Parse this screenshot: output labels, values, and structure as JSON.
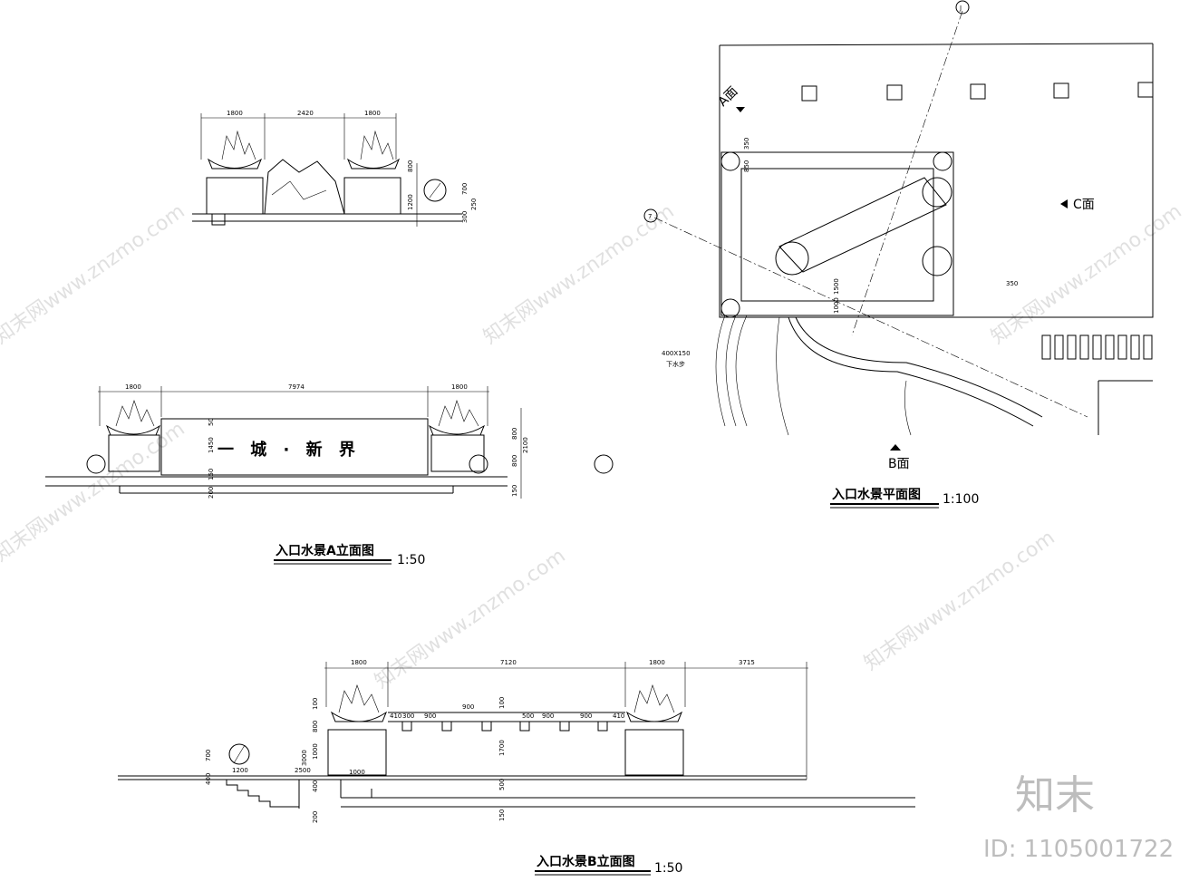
{
  "drawings": {
    "elevation_a": {
      "title": "入口水景A立面图",
      "scale": "1:50",
      "sign_text": "一 城 · 新 界",
      "dims_top": [
        "1800",
        "7974",
        "1800"
      ],
      "dims_side": [
        "50",
        "1450",
        "150",
        "200",
        "800",
        "800",
        "2100",
        "150"
      ]
    },
    "small_elevation": {
      "dims_top": [
        "1800",
        "2420",
        "1800"
      ],
      "dims_side": [
        "800",
        "700",
        "250",
        "1200",
        "300"
      ]
    },
    "plan": {
      "title": "入口水景平面图",
      "scale": "1:100",
      "labels": {
        "a_face": "A面",
        "b_face": "B面",
        "c_face": "C面",
        "axis_j": "J",
        "axis_7": "7",
        "steps": "400X150",
        "steps_sub": "下水步"
      },
      "dims": [
        "350",
        "850",
        "1500",
        "1000",
        "350"
      ]
    },
    "elevation_b": {
      "title": "入口水景B立面图",
      "scale": "1:50",
      "dims_top": [
        "1800",
        "7120",
        "1800",
        "3715"
      ],
      "dims_mid": [
        "410",
        "300",
        "900",
        "900",
        "500",
        "900",
        "900",
        "410"
      ],
      "dims_side": [
        "100",
        "800",
        "1000",
        "3000",
        "400",
        "2500",
        "1000",
        "150",
        "200",
        "1700",
        "500",
        "100",
        "400",
        "1200",
        "700"
      ]
    }
  },
  "watermarks": {
    "site_text": "知末网www.znzmo.com",
    "brand": "知末",
    "id_label": "ID: 1105001722"
  }
}
